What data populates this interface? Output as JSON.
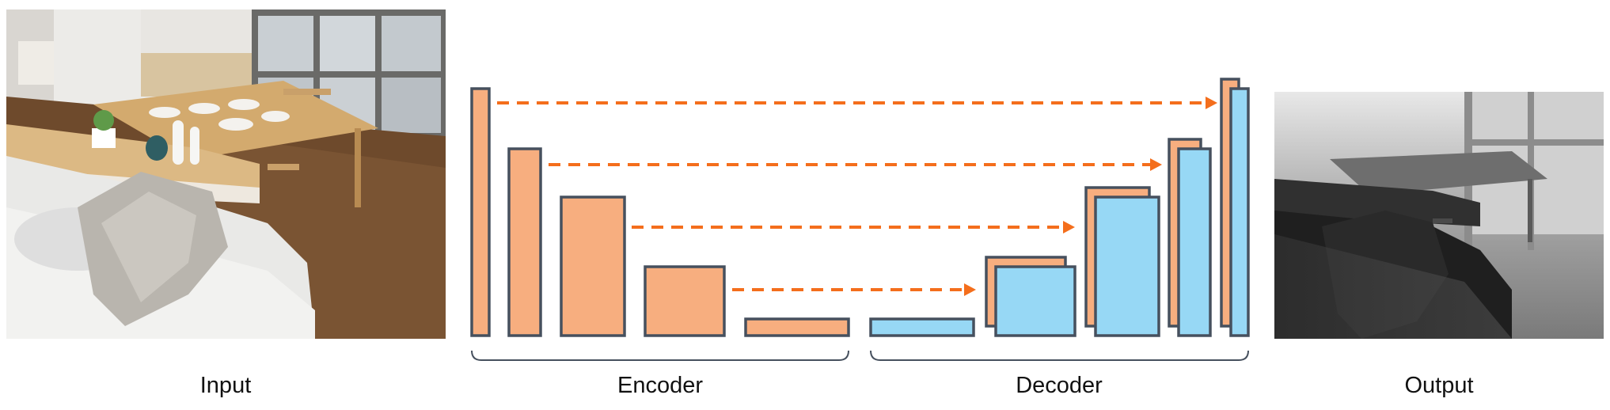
{
  "labels": {
    "input": "Input",
    "encoder": "Encoder",
    "decoder": "Decoder",
    "output": "Output"
  },
  "colors": {
    "encoder_fill": "#f7ae7f",
    "decoder_fill": "#97d8f5",
    "block_stroke": "#46505e",
    "skip_arrow": "#f46e1c",
    "brace": "#46505e"
  }
}
